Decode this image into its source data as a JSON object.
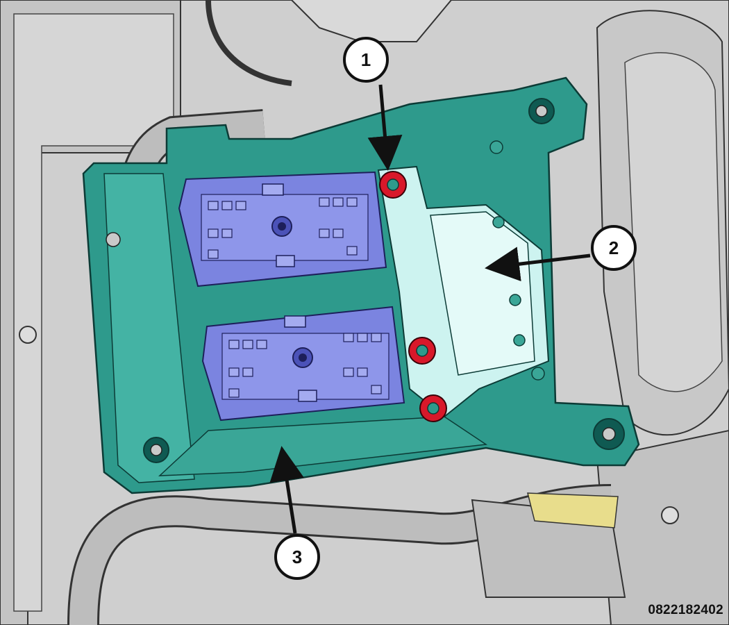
{
  "figure": {
    "id_label": "0822182402",
    "colors": {
      "background_parts": "#c9c9c9",
      "bracket": "#2e9a8c",
      "connector": "#7b84e0",
      "busbar_plate": "#cdf3f0",
      "nut": "#d8182a"
    }
  },
  "callouts": [
    {
      "number": "1",
      "target": "red-nut-fastener"
    },
    {
      "number": "2",
      "target": "busbar-plate"
    },
    {
      "number": "3",
      "target": "bracket-lower-edge"
    }
  ]
}
